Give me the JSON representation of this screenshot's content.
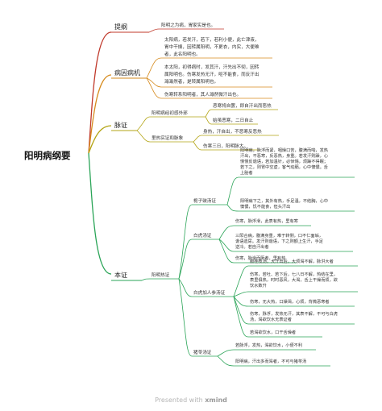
{
  "root": "阳明病纲要",
  "branches": {
    "tigang": {
      "label": "提纲",
      "items": [
        "阳明之为病，胃家实是也。"
      ]
    },
    "bingyin": {
      "label": "病因病机",
      "items": [
        [
          "太阳病，若发汗，若下，若利小便，此亡津液，",
          "胃中干燥，因转属阳明，不更衣，内实，大便难",
          "者，此名阳明也。"
        ],
        [
          "本太阳，初得病时，发其汗，汗先出不彻，因转",
          "属阳明也。伤寒发热无汗，呕不能食，而反汗出",
          "濈濈然者，是转属阳明也。"
        ],
        [
          "伤寒转系阳明者，其人濈然微汗出也。"
        ]
      ]
    },
    "maizheng": {
      "label": "脉证",
      "sub": [
        {
          "label": "阳明病经初感外邪",
          "items": [
            "恶寒将自罢，即自汗出而恶热",
            "始虽恶寒，二日自止"
          ]
        },
        {
          "label": "里热实证和脉象",
          "items": [
            "身热，汗自出，不恶寒反恶热",
            "伤寒三日，阳明脉大。"
          ]
        }
      ]
    },
    "benzheng": {
      "label": "本证",
      "group": "阳明热证",
      "sub": [
        {
          "label": "栀子豉汤证",
          "items": [
            [
              "阳明病，脉浮而紧，咽燥口苦，腹满而喘，发热",
              "汗出，不恶寒，反恶热，身重。若发汗则躁，心",
              "愦愦反谵语，若加温针，必怵惕，烦躁不得眠；",
              "若下之，则胃中空虚，客气动膈，心中懊憹。舌",
              "上胎者"
            ],
            [
              "阳明病下之，其外有热，手足温，不结胸，心中",
              "懊憹，饥不能食，但头汗出"
            ]
          ]
        },
        {
          "label": "白虎汤证",
          "items": [
            [
              "伤寒，脉浮滑，此表有热，里有寒"
            ],
            [
              "三阳合病，腹满身重，难于转侧，口不仁面垢，",
              "谵语遗尿。发汗则谵语，下之则额上生汗，手足",
              "逆冷。若自汗出者"
            ],
            [
              "伤寒，脉滑而厥者，里有热"
            ]
          ]
        },
        {
          "label": "白虎加人参汤证",
          "items": [
            [
              "服桂枝汤，大汗出后，大烦渴不解，脉洪大者"
            ],
            [
              "伤寒，若吐、若下后，七八日不解，热结在里，",
              "表里俱热，时时恶风，大渴，舌上干燥而烦，欲",
              "饮水数升"
            ],
            [
              "伤寒，无大热，口燥渴，心烦，背微恶寒者"
            ],
            [
              "伤寒，脉浮，发热无汗，其表不解，不可与白虎",
              "汤，渴欲饮水无表证者"
            ],
            [
              "若渴欲饮水，口干舌燥者"
            ]
          ]
        },
        {
          "label": "猪苓汤证",
          "items": [
            [
              "若脉浮，发热，渴欲饮水，小便不利"
            ],
            [
              "阳明病，汗出多而渴者，不可与猪苓汤"
            ]
          ]
        }
      ]
    }
  },
  "footer": {
    "prefix": "Presented with ",
    "brand": "xmind"
  },
  "colors": {
    "tigang": "#c0392b",
    "bingyin": "#d68a1c",
    "maizheng": "#b3a414",
    "benzheng": "#2aa457"
  }
}
